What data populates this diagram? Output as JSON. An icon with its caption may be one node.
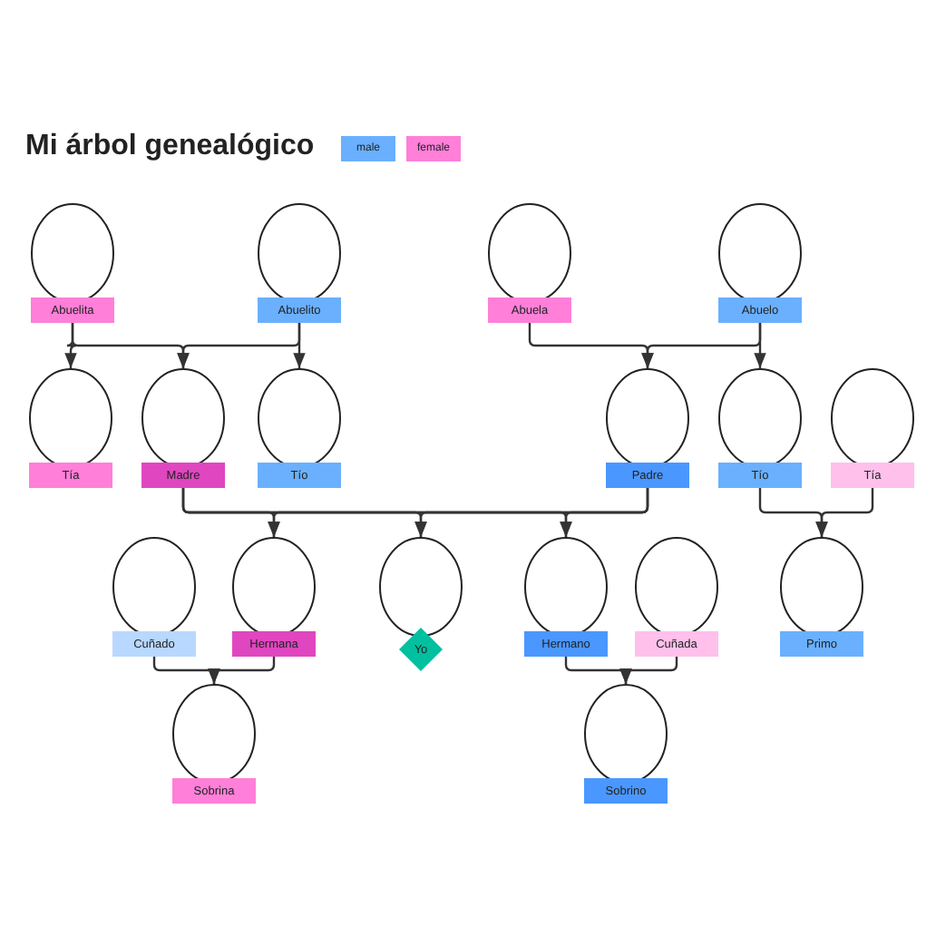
{
  "diagram": {
    "title": "Mi árbol genealógico",
    "nodes": [
      {
        "text": [
          "Abuelita"
        ]
      },
      {
        "text": [
          "Abuelito"
        ]
      },
      {
        "text": [
          "Abuela"
        ]
      },
      {
        "text": [
          "Abuelo"
        ]
      },
      {
        "text": [
          "Tía"
        ]
      },
      {
        "text": [
          "Madre"
        ]
      },
      {
        "text": [
          "Tío"
        ]
      },
      {
        "text": [
          "Padre"
        ]
      },
      {
        "text": [
          "Tío"
        ]
      },
      {
        "text": [
          "Tía"
        ]
      },
      {
        "text": [
          "Cuñado"
        ]
      },
      {
        "text": [
          "Hermana"
        ]
      },
      {
        "text": [
          "Yo"
        ]
      },
      {
        "text": [
          "Hermano"
        ]
      },
      {
        "text": [
          "Cuñada"
        ]
      },
      {
        "text": [
          "Primo"
        ]
      },
      {
        "text": [
          "Sobrina"
        ]
      },
      {
        "text": [
          "Sobrino"
        ]
      }
    ],
    "edges": [
      {
        "from": 0,
        "to": 4,
        "arrow": "to"
      },
      {
        "from": 0,
        "to": 5,
        "arrow": "to"
      },
      {
        "from": 1,
        "to": 5,
        "arrow": "to"
      },
      {
        "from": 1,
        "to": 6,
        "arrow": "to"
      },
      {
        "from": 2,
        "to": 7,
        "arrow": "to"
      },
      {
        "from": 3,
        "to": 7,
        "arrow": "to"
      },
      {
        "from": 3,
        "to": 8,
        "arrow": "to"
      },
      {
        "from": 5,
        "to": 11,
        "arrow": "to"
      },
      {
        "from": 5,
        "to": 12,
        "arrow": "to"
      },
      {
        "from": 5,
        "to": 13,
        "arrow": "to"
      },
      {
        "from": 7,
        "to": 11,
        "arrow": "to"
      },
      {
        "from": 7,
        "to": 12,
        "arrow": "to"
      },
      {
        "from": 7,
        "to": 13,
        "arrow": "to"
      },
      {
        "from": 8,
        "to": 15,
        "arrow": "to"
      },
      {
        "from": 9,
        "to": 15,
        "arrow": "to"
      },
      {
        "from": 10,
        "to": 16,
        "arrow": "to"
      },
      {
        "from": 11,
        "to": 16,
        "arrow": "to"
      },
      {
        "from": 13,
        "to": 17,
        "arrow": "to"
      },
      {
        "from": 14,
        "to": 17,
        "arrow": "to"
      }
    ],
    "legend": [
      {
        "text": "male",
        "color": "#6ab0ff"
      },
      {
        "text": "female",
        "color": "#ff7fd9"
      }
    ]
  }
}
